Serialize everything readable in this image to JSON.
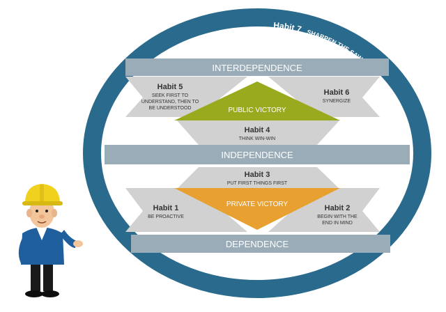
{
  "ring": {
    "habit": "Habit 7",
    "label": "SHARPEN THE SAW"
  },
  "bands": {
    "interdependence": "INTERDEPENDENCE",
    "independence": "INDEPENDENCE",
    "dependence": "DEPENDENCE"
  },
  "victories": {
    "public": "PUBLIC VICTORY",
    "private": "PRIVATE VICTORY"
  },
  "habits": {
    "h1": {
      "title": "Habit 1",
      "desc": "BE PROACTIVE"
    },
    "h2": {
      "title": "Habit 2",
      "desc_line1": "BEGIN WITH THE",
      "desc_line2": "END IN MIND"
    },
    "h3": {
      "title": "Habit 3",
      "desc": "PUT FIRST THINGS FIRST"
    },
    "h4": {
      "title": "Habit 4",
      "desc": "THINK WIN-WIN"
    },
    "h5": {
      "title": "Habit 5",
      "desc_line1": "SEEK FIRST TO",
      "desc_line2": "UNDERSTAND, THEN TO",
      "desc_line3": "BE UNDERSTOOD"
    },
    "h6": {
      "title": "Habit 6",
      "desc": "SYNERGIZE"
    }
  },
  "colors": {
    "ring": "#2a6a8c",
    "band": "#9aacb8",
    "panel": "#d1d1d1",
    "public_victory": "#9aaa1e",
    "private_victory": "#e8a030",
    "helmet": "#f0d21e",
    "jacket": "#1f5f9e"
  }
}
